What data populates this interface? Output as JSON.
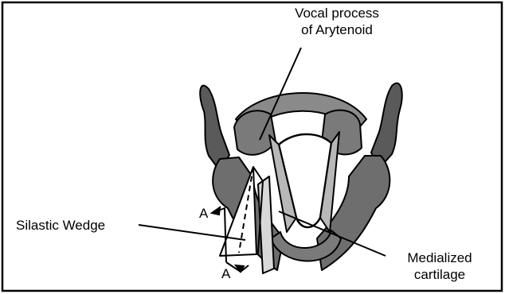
{
  "labels": {
    "vocal_process_line1": "Vocal process",
    "vocal_process_line2": "of Arytenoid",
    "silastic_wedge": "Silastic Wedge",
    "medialized_line1": "Medialized",
    "medialized_line2": "cartilage",
    "section_marker_top": "A",
    "section_marker_bottom": "A"
  }
}
